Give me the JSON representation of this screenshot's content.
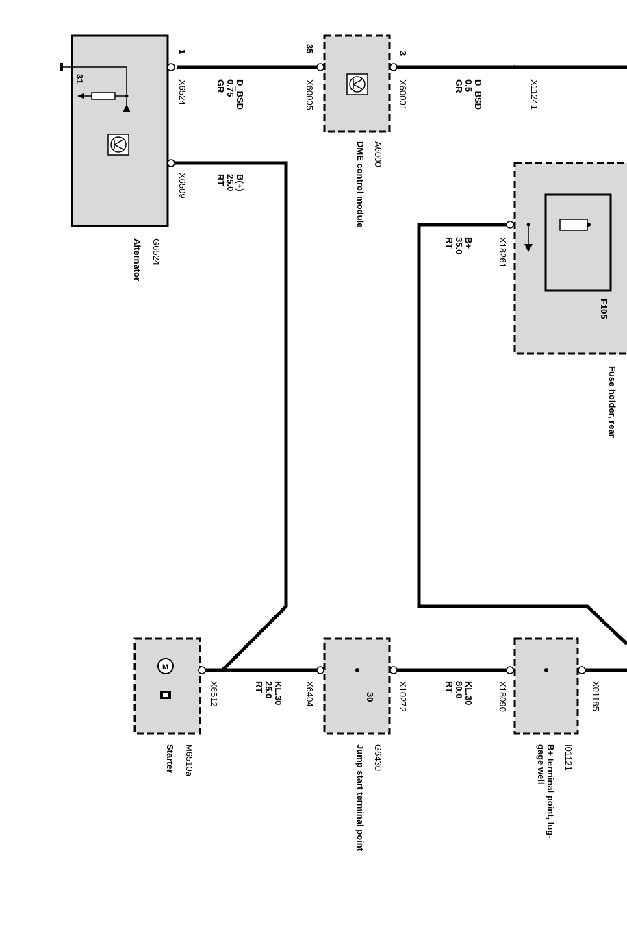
{
  "components": {
    "alternator": {
      "id": "G6524",
      "name": "Alternator",
      "pin1": "1",
      "pin31": "31"
    },
    "dme": {
      "id": "A6000",
      "name": "DME control module",
      "pin35": "35",
      "pin3": "3"
    },
    "fuse_holder": {
      "id": "F105",
      "name": "Fuse holder, rear"
    },
    "starter": {
      "id": "M6510a",
      "name": "Starter"
    },
    "jump_start": {
      "id": "G6430",
      "name": "Jump start terminal point",
      "inner": "30"
    },
    "b_plus_terminal": {
      "id": "I01121",
      "name_line1": "B+ terminal point, lug-",
      "name_line2": "gage well"
    }
  },
  "connectors": {
    "x6524": "X6524",
    "x6509": "X6509",
    "x60005": "X60005",
    "x60001": "X60001",
    "x11241": "X11241",
    "x18261": "X18261",
    "x6512": "X6512",
    "x6404": "X6404",
    "x10272": "X10272",
    "x18090": "X18090",
    "x01185": "X01185"
  },
  "wires": {
    "w1": {
      "signal": "D_BSD",
      "gauge": "0.75",
      "color": "GR"
    },
    "w2": {
      "signal": "D_BSD",
      "gauge": "0.5",
      "color": "GR"
    },
    "w3": {
      "signal": "B(+)",
      "gauge": "25.0",
      "color": "RT"
    },
    "w4": {
      "signal": "B+",
      "gauge": "35.0",
      "color": "RT"
    },
    "w5": {
      "signal": "KL.30",
      "gauge": "25.0",
      "color": "RT"
    },
    "w6": {
      "signal": "KL.30",
      "gauge": "80.0",
      "color": "RT"
    }
  }
}
